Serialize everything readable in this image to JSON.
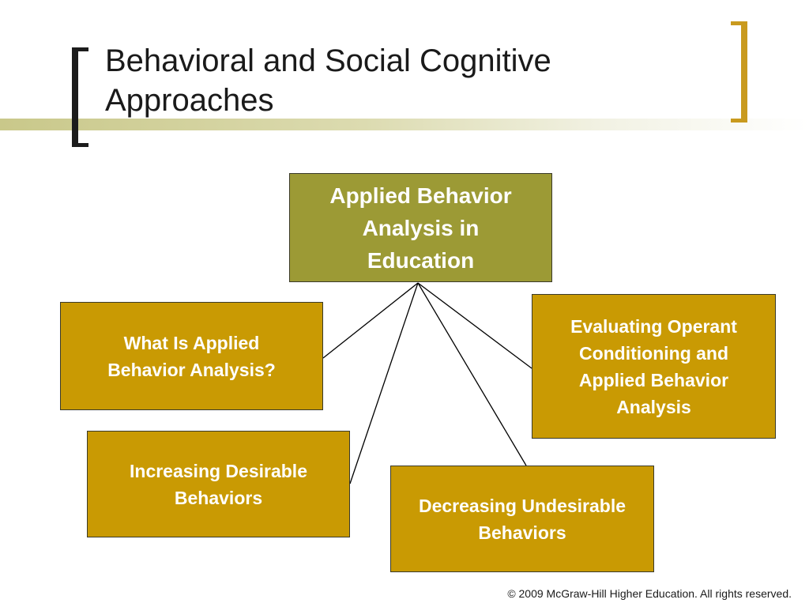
{
  "slide": {
    "title": "Behavioral and Social Cognitive\nApproaches",
    "footer": "© 2009 McGraw-Hill Higher Education. All rights reserved."
  },
  "diagram": {
    "root": {
      "label": "Applied Behavior Analysis in Education"
    },
    "children": [
      {
        "label": "What Is Applied Behavior Analysis?"
      },
      {
        "label": "Increasing Desirable Behaviors"
      },
      {
        "label": "Decreasing Undesirable Behaviors"
      },
      {
        "label": "Evaluating Operant Conditioning and Applied Behavior Analysis"
      }
    ]
  },
  "colors": {
    "root_fill": "#9c9a35",
    "child_fill": "#c99a03",
    "accent_bracket": "#c99a1e"
  }
}
